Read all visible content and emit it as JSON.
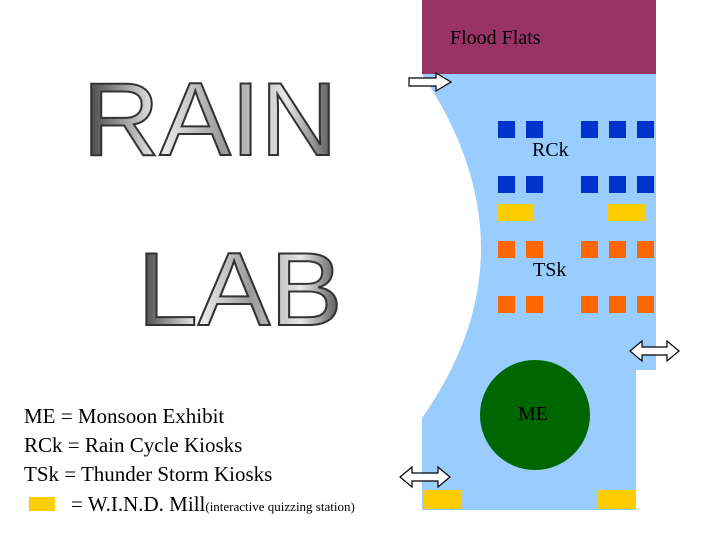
{
  "title": {
    "line1": "RAIN",
    "line2": "LAB"
  },
  "zones": {
    "flood_flats": {
      "label": "Flood Flats",
      "color": "#993366"
    },
    "lab_floor": {
      "color": "#99CCFF"
    },
    "rain_cycle": {
      "label": "RCk",
      "color": "#0033CC"
    },
    "thunder_storm": {
      "label": "TSk",
      "color": "#FF6600"
    },
    "monsoon": {
      "label": "ME",
      "color": "#006600"
    },
    "wind_mill": {
      "color": "#FFCC00"
    }
  },
  "icons": {
    "entry": "right-arrow-icon",
    "exit_right": "double-arrow-icon",
    "exit_left": "double-arrow-icon"
  },
  "legend": {
    "me": "ME = Monsoon Exhibit",
    "rck": "RCk = Rain Cycle Kiosks",
    "tsk": "TSk = Thunder Storm Kiosks",
    "wind": "= W.I.N.D. Mill",
    "wind_note": "(interactive quizzing station)"
  }
}
